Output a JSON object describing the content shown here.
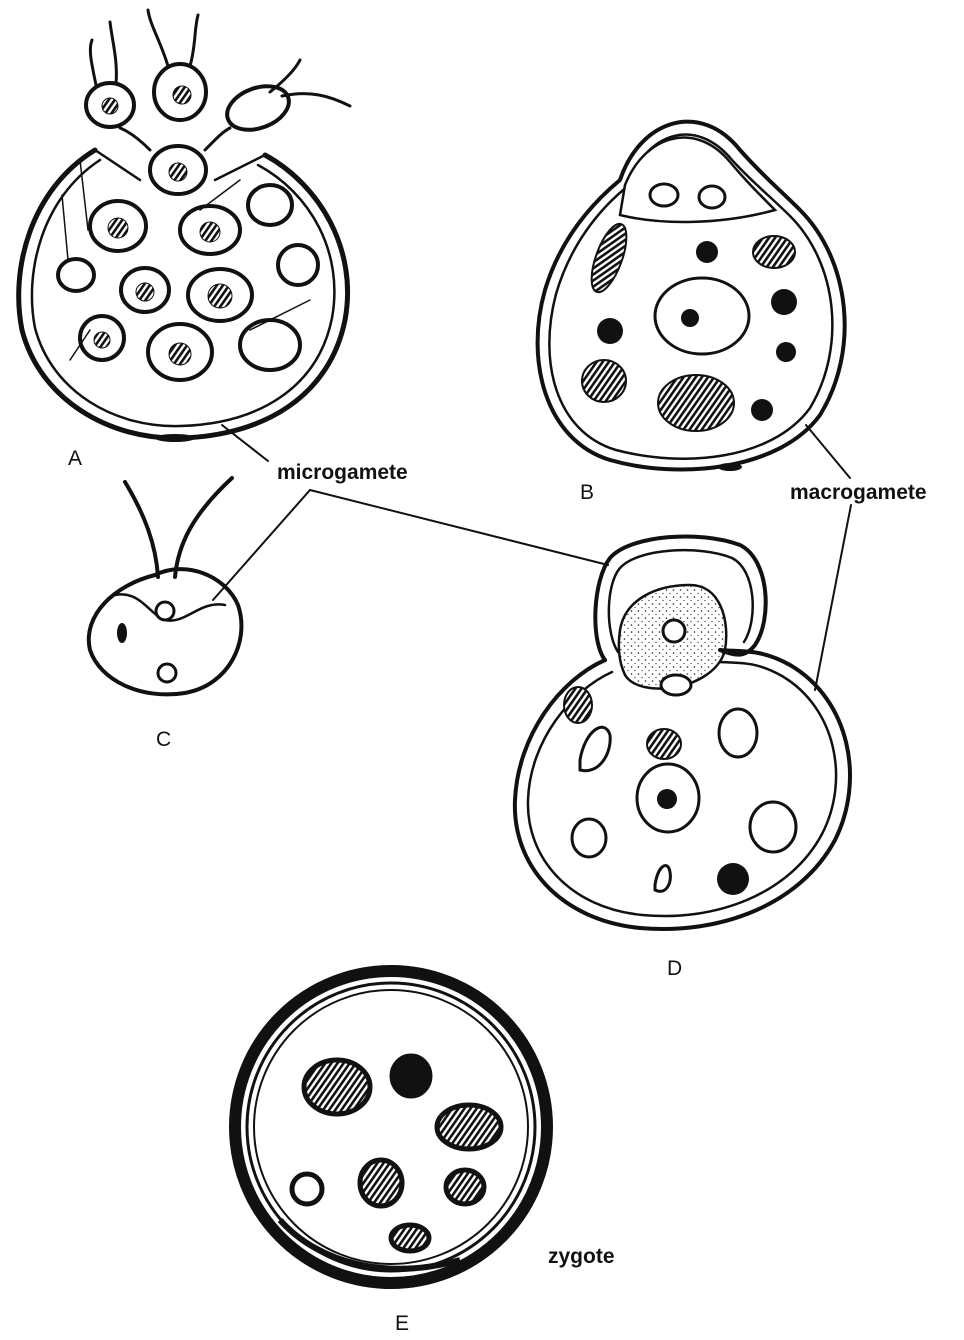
{
  "labels": {
    "A": "A",
    "B": "B",
    "C": "C",
    "D": "D",
    "E": "E",
    "microgamete": "microgamete",
    "macrogamete": "macrogamete",
    "zygote": "zygote"
  },
  "colors": {
    "ink": "#111111",
    "background": "#ffffff"
  }
}
